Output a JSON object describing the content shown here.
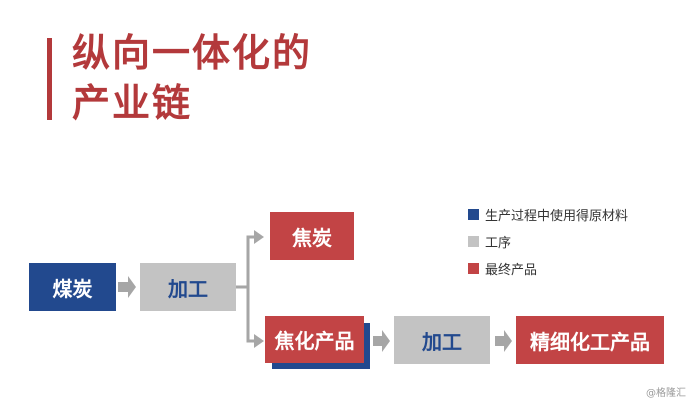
{
  "title": {
    "line1": "纵向一体化的",
    "line2": "产业链"
  },
  "nodes": {
    "coal": "煤炭",
    "process1": "加工",
    "coke": "焦炭",
    "coke_products": "焦化产品",
    "process2": "加工",
    "fine_chemicals": "精细化工产品"
  },
  "legend": [
    {
      "label": "生产过程中使用得原材料",
      "color": "#22498e"
    },
    {
      "label": "工序",
      "color": "#c3c3c3"
    },
    {
      "label": "最终产品",
      "color": "#c24445"
    }
  ],
  "colors": {
    "accent_red": "#b3393b",
    "raw_material_blue": "#22498e",
    "process_gray": "#c3c3c3",
    "product_red": "#c24445",
    "arrow_gray": "#a6a6a6"
  },
  "watermark": "@格隆汇"
}
